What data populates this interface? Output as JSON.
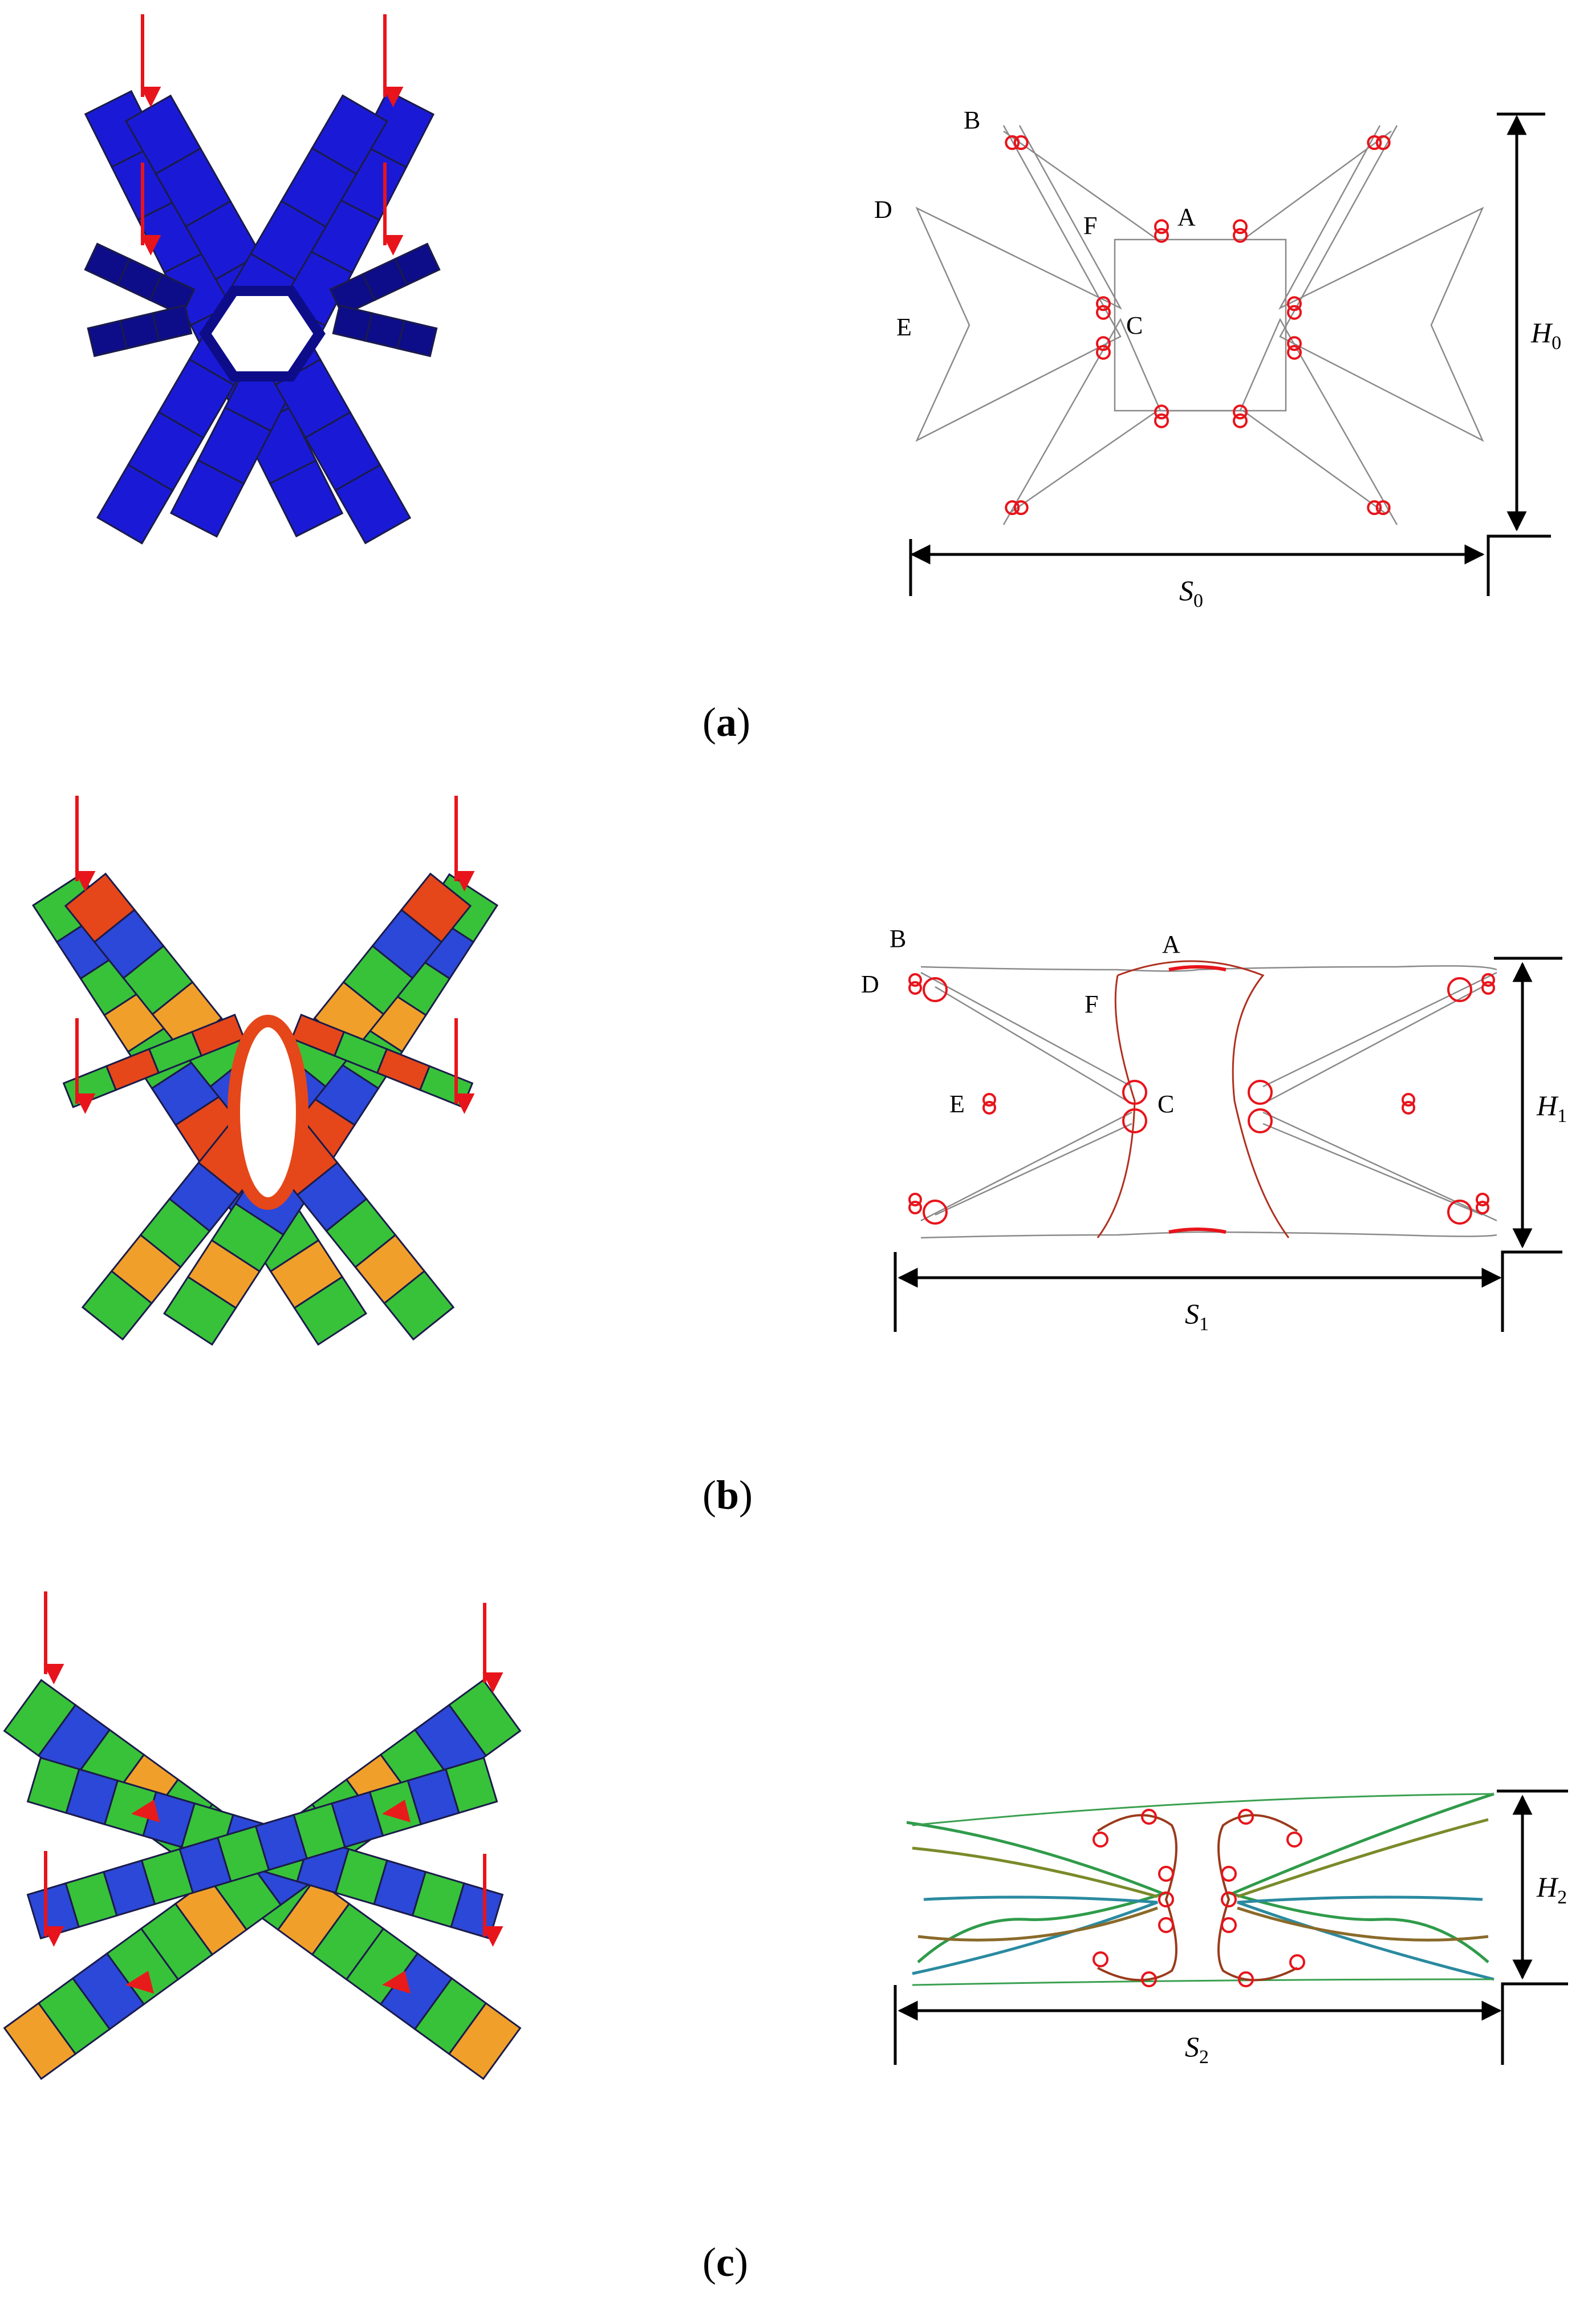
{
  "colors": {
    "arrow": "#e8141b",
    "ring": "#e8141b",
    "undeformed": "#1a1ad6",
    "undeformed_dark": "#0d0d8a",
    "stress_low": "#2c48d8",
    "stress_mid": "#38c23a",
    "stress_high": "#e5471a",
    "stress_warm": "#f0a02a",
    "line": "#8a8a8a"
  },
  "panels": [
    {
      "id": "a",
      "caption_open": "(",
      "caption_letter": "a",
      "caption_close": ")",
      "points": [
        "A",
        "B",
        "C",
        "D",
        "E",
        "F"
      ],
      "height_symbol": "H",
      "height_sub": "0",
      "width_symbol": "S",
      "width_sub": "0"
    },
    {
      "id": "b",
      "caption_open": "(",
      "caption_letter": "b",
      "caption_close": ")",
      "points": [
        "A",
        "B",
        "C",
        "D",
        "E",
        "F"
      ],
      "height_symbol": "H",
      "height_sub": "1",
      "width_symbol": "S",
      "width_sub": "1"
    },
    {
      "id": "c",
      "caption_open": "(",
      "caption_letter": "c",
      "caption_close": ")",
      "height_symbol": "H",
      "height_sub": "2",
      "width_symbol": "S",
      "width_sub": "2"
    }
  ]
}
